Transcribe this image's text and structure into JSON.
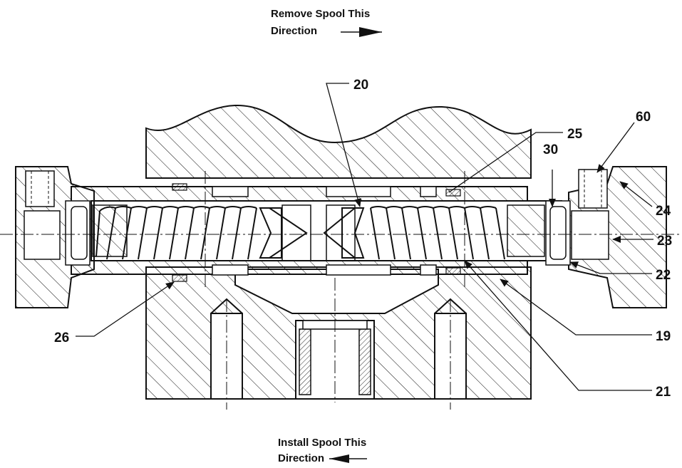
{
  "instructions": {
    "remove_line1": "Remove Spool This",
    "remove_line2": "Direction",
    "install_line1": "Install Spool This",
    "install_line2": "Direction"
  },
  "callouts": {
    "c19": "19",
    "c20": "20",
    "c21": "21",
    "c22": "22",
    "c23": "23",
    "c24": "24",
    "c25": "25",
    "c26": "26",
    "c30": "30",
    "c60": "60"
  },
  "colors": {
    "line": "#111111",
    "background": "#ffffff"
  }
}
